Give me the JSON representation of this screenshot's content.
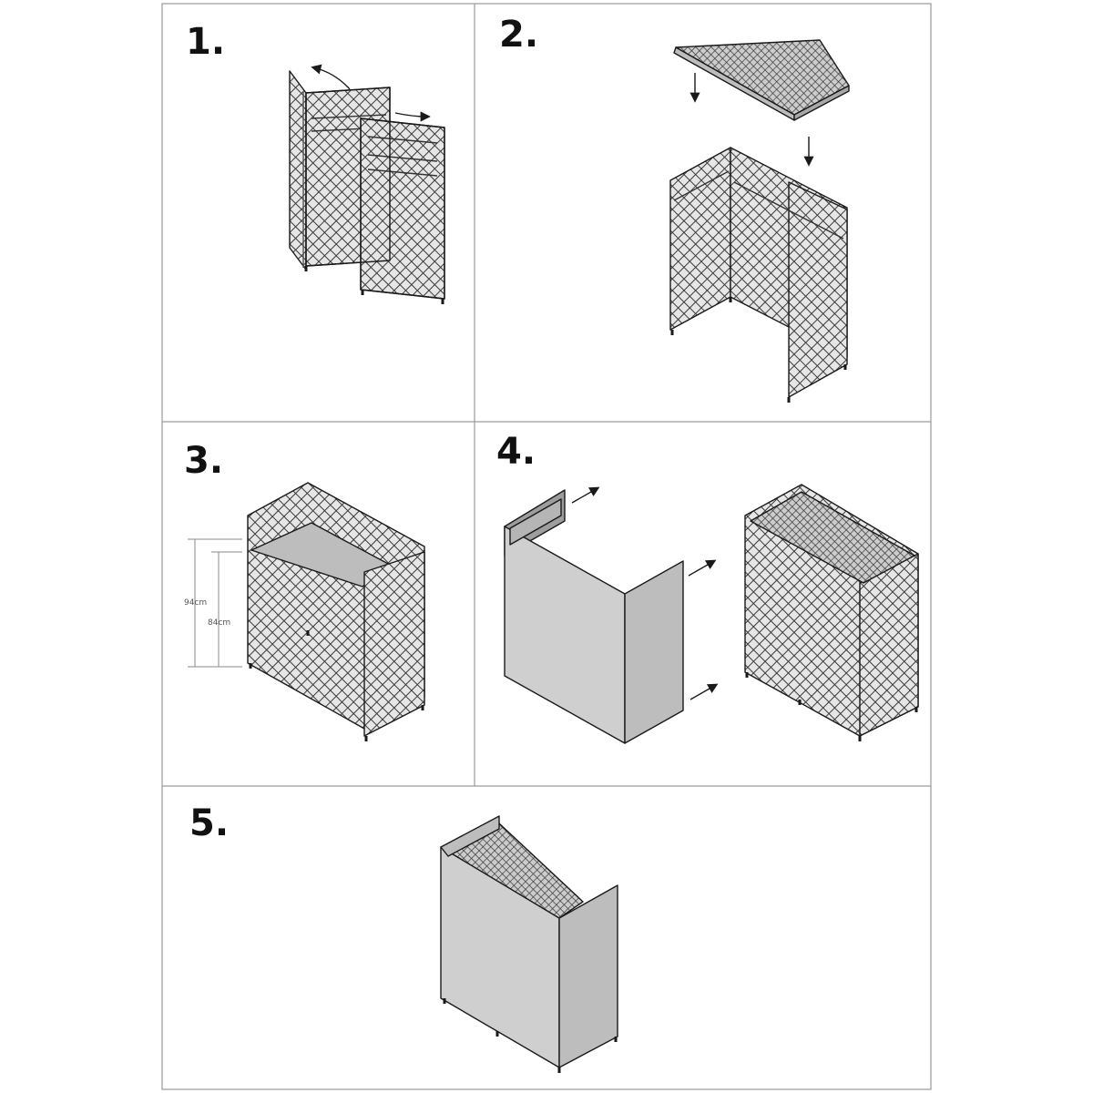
{
  "colors": {
    "line": "#1a1a1a",
    "frame": "#9a9a9a",
    "panel_fill": "#cfcfcf",
    "mesh_fill": "#555555",
    "shelf_fill": "#bdbdbd",
    "dimension": "#8a8a8a"
  },
  "steps": [
    {
      "number": "1."
    },
    {
      "number": "2."
    },
    {
      "number": "3."
    },
    {
      "number": "4."
    },
    {
      "number": "5."
    }
  ],
  "dimensions": {
    "outer_height": "94cm",
    "inner_height": "84cm"
  },
  "icons": [
    "rotate-arrow-icon",
    "down-arrow-icon",
    "insert-arrow-icon"
  ]
}
